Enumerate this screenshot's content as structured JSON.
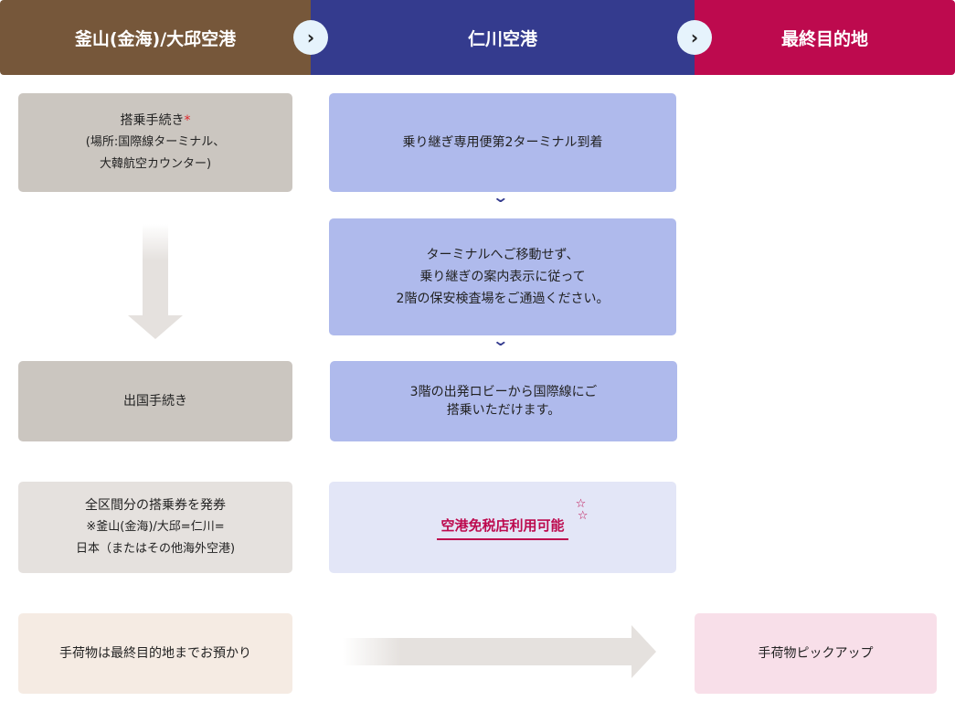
{
  "header": {
    "origin": "釜山(金海)/大邱空港",
    "transit": "仁川空港",
    "destination": "最終目的地",
    "chevron": "›"
  },
  "left": {
    "checkin_title": "搭乗手続き",
    "checkin_mark": "*",
    "checkin_line2": "(場所:国際線ターミナル、",
    "checkin_line3": "大韓航空カウンター)",
    "departure": "出国手続き",
    "ticket_line1": "全区間分の搭乗券を発券",
    "ticket_line2": "※釜山(金海)/大邱=仁川=",
    "ticket_line3": "日本（またはその他海外空港)",
    "baggage": "手荷物は最終目的地までお預かり"
  },
  "middle": {
    "arrive": "乗り継ぎ専用便第2ターミナル到着",
    "guide_line1": "ターミナルへご移動せず、",
    "guide_line2": "乗り継ぎの案内表示に従って",
    "guide_line3": "2階の保安検査場をご通過ください。",
    "board_line1": "3階の出発ロビーから国際線にご",
    "board_line2": "搭乗いただけます。",
    "dutyfree": "空港免税店利用可能",
    "down": "⌄"
  },
  "right": {
    "pickup": "手荷物ピックアップ"
  }
}
